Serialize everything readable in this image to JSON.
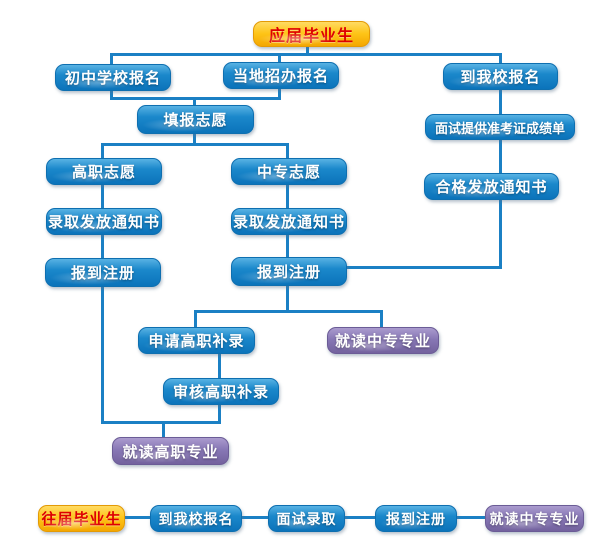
{
  "diagram": {
    "type": "flowchart",
    "language": "zh-CN",
    "nodes": {
      "fresh_graduates": "应届毕业生",
      "junior_high_school_register": "初中学校报名",
      "local_admissions_office_register": "当地招办报名",
      "register_at_school_top": "到我校报名",
      "fill_preferences": "填报志愿",
      "interview_provide_ticket_transcript": "面试提供准考证成绩单",
      "vocational_preference": "高职志愿",
      "secondary_preference": "中专志愿",
      "qualified_issue_notice": "合格发放通知书",
      "admission_notice_left": "录取发放通知书",
      "admission_notice_mid": "录取发放通知书",
      "register_enroll_left": "报到注册",
      "register_enroll_mid": "报到注册",
      "apply_vocational_supplement": "申请高职补录",
      "study_secondary_major_upper": "就读中专专业",
      "review_vocational_supplement": "审核高职补录",
      "study_vocational_major": "就读高职专业",
      "former_graduates": "往届毕业生",
      "register_at_school_bottom": "到我校报名",
      "interview_admission": "面试录取",
      "register_enroll_bottom": "报到注册",
      "study_secondary_major_bottom": "就读中专专业"
    },
    "colors": {
      "node_blue": "#1b88cb",
      "node_yellow": "#fec417",
      "node_purple": "#8777b5",
      "connector": "#1b80c4",
      "yellow_node_text": "#dd0000",
      "node_text": "#ffffff",
      "background": "#ffffff"
    }
  }
}
